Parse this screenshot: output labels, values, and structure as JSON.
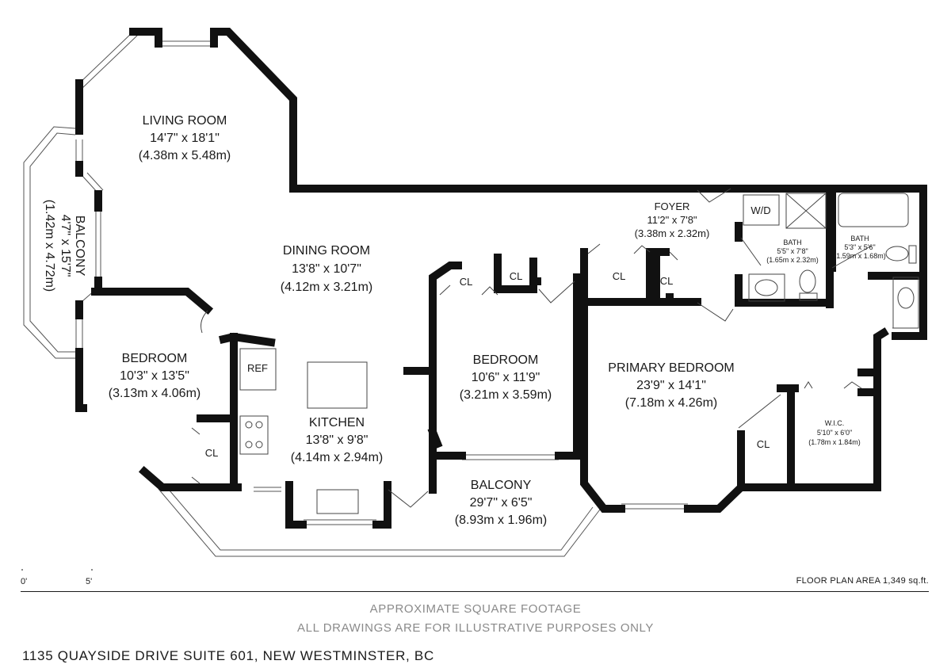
{
  "rooms": {
    "living_room": {
      "name": "LIVING ROOM",
      "imperial": "14'7\" x 18'1\"",
      "metric": "(4.38m x 5.48m)"
    },
    "dining_room": {
      "name": "DINING ROOM",
      "imperial": "13'8\" x 10'7\"",
      "metric": "(4.12m x 3.21m)"
    },
    "balcony_west": {
      "name": "BALCONY",
      "imperial": "4'7\" x 15'7\"",
      "metric": "(1.42m x 4.72m)"
    },
    "bedroom_west": {
      "name": "BEDROOM",
      "imperial": "10'3\" x 13'5\"",
      "metric": "(3.13m x 4.06m)"
    },
    "kitchen": {
      "name": "KITCHEN",
      "imperial": "13'8\" x 9'8\"",
      "metric": "(4.14m x 2.94m)"
    },
    "bedroom_center": {
      "name": "BEDROOM",
      "imperial": "10'6\" x 11'9\"",
      "metric": "(3.21m x 3.59m)"
    },
    "balcony_south": {
      "name": "BALCONY",
      "imperial": "29'7\" x 6'5\"",
      "metric": "(8.93m x 1.96m)"
    },
    "foyer": {
      "name": "FOYER",
      "imperial": "11'2\" x 7'8\"",
      "metric": "(3.38m x 2.32m)"
    },
    "primary_bedroom": {
      "name": "PRIMARY BEDROOM",
      "imperial": "23'9\" x 14'1\"",
      "metric": "(7.18m x 4.26m)"
    },
    "bath_1": {
      "name": "BATH",
      "imperial": "5'5\" x 7'8\"",
      "metric": "(1.65m x 2.32m)"
    },
    "bath_2": {
      "name": "BATH",
      "imperial": "5'3\" x 5'6\"",
      "metric": "(1.59m x 1.68m)"
    },
    "wic": {
      "name": "W.I.C.",
      "imperial": "5'10\" x 6'0\"",
      "metric": "(1.78m x 1.84m)"
    }
  },
  "fixtures": {
    "ref": "REF",
    "wd": "W/D",
    "closet": "CL"
  },
  "scale": {
    "start": "0'",
    "end": "5'"
  },
  "floor_plan_area": "FLOOR PLAN AREA 1,349 sq.ft.",
  "disclaimer": {
    "line1": "APPROXIMATE SQUARE FOOTAGE",
    "line2": "ALL DRAWINGS ARE FOR ILLUSTRATIVE PURPOSES ONLY"
  },
  "address": "1135 QUAYSIDE DRIVE SUITE 601, NEW WESTMINSTER, BC"
}
